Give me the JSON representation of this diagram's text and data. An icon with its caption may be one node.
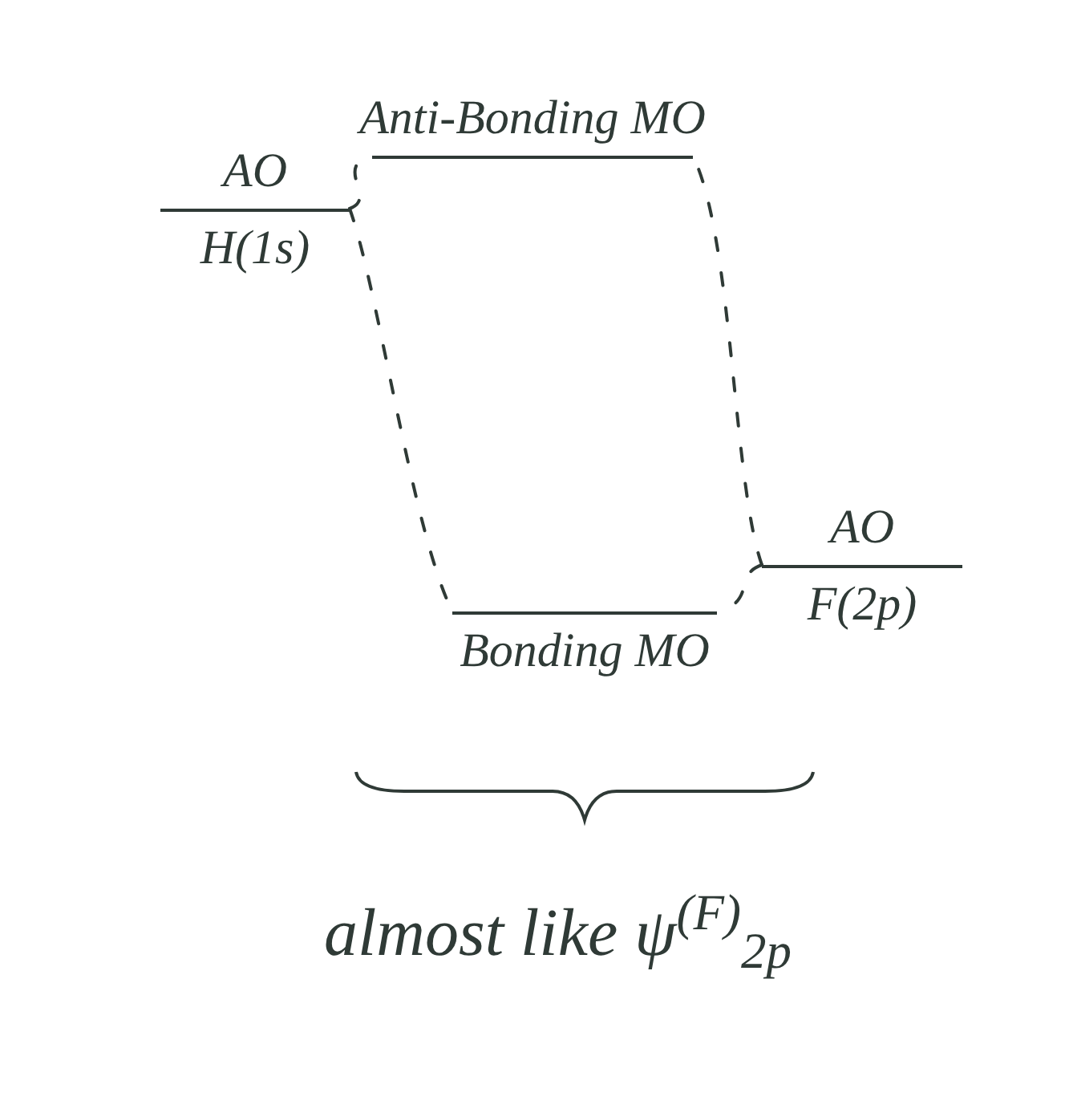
{
  "diagram": {
    "nodes": [
      {
        "text": [
          "AO",
          "H(1s)"
        ]
      },
      {
        "text": [
          "Anti-Bonding MO"
        ]
      },
      {
        "text": [
          "AO",
          "F(2p)"
        ]
      },
      {
        "text": [
          "Bonding MO"
        ]
      }
    ],
    "labels": [
      "almost like ψ$^{(F)}$$_{2p}$"
    ],
    "edges": [
      {
        "from": 0,
        "to": 1,
        "arrow": "none",
        "style": "dashed"
      },
      {
        "from": 0,
        "to": 3,
        "arrow": "none",
        "style": "dashed"
      },
      {
        "from": 2,
        "to": 1,
        "arrow": "none",
        "style": "dashed"
      },
      {
        "from": 2,
        "to": 3,
        "arrow": "none",
        "style": "dashed"
      }
    ]
  }
}
